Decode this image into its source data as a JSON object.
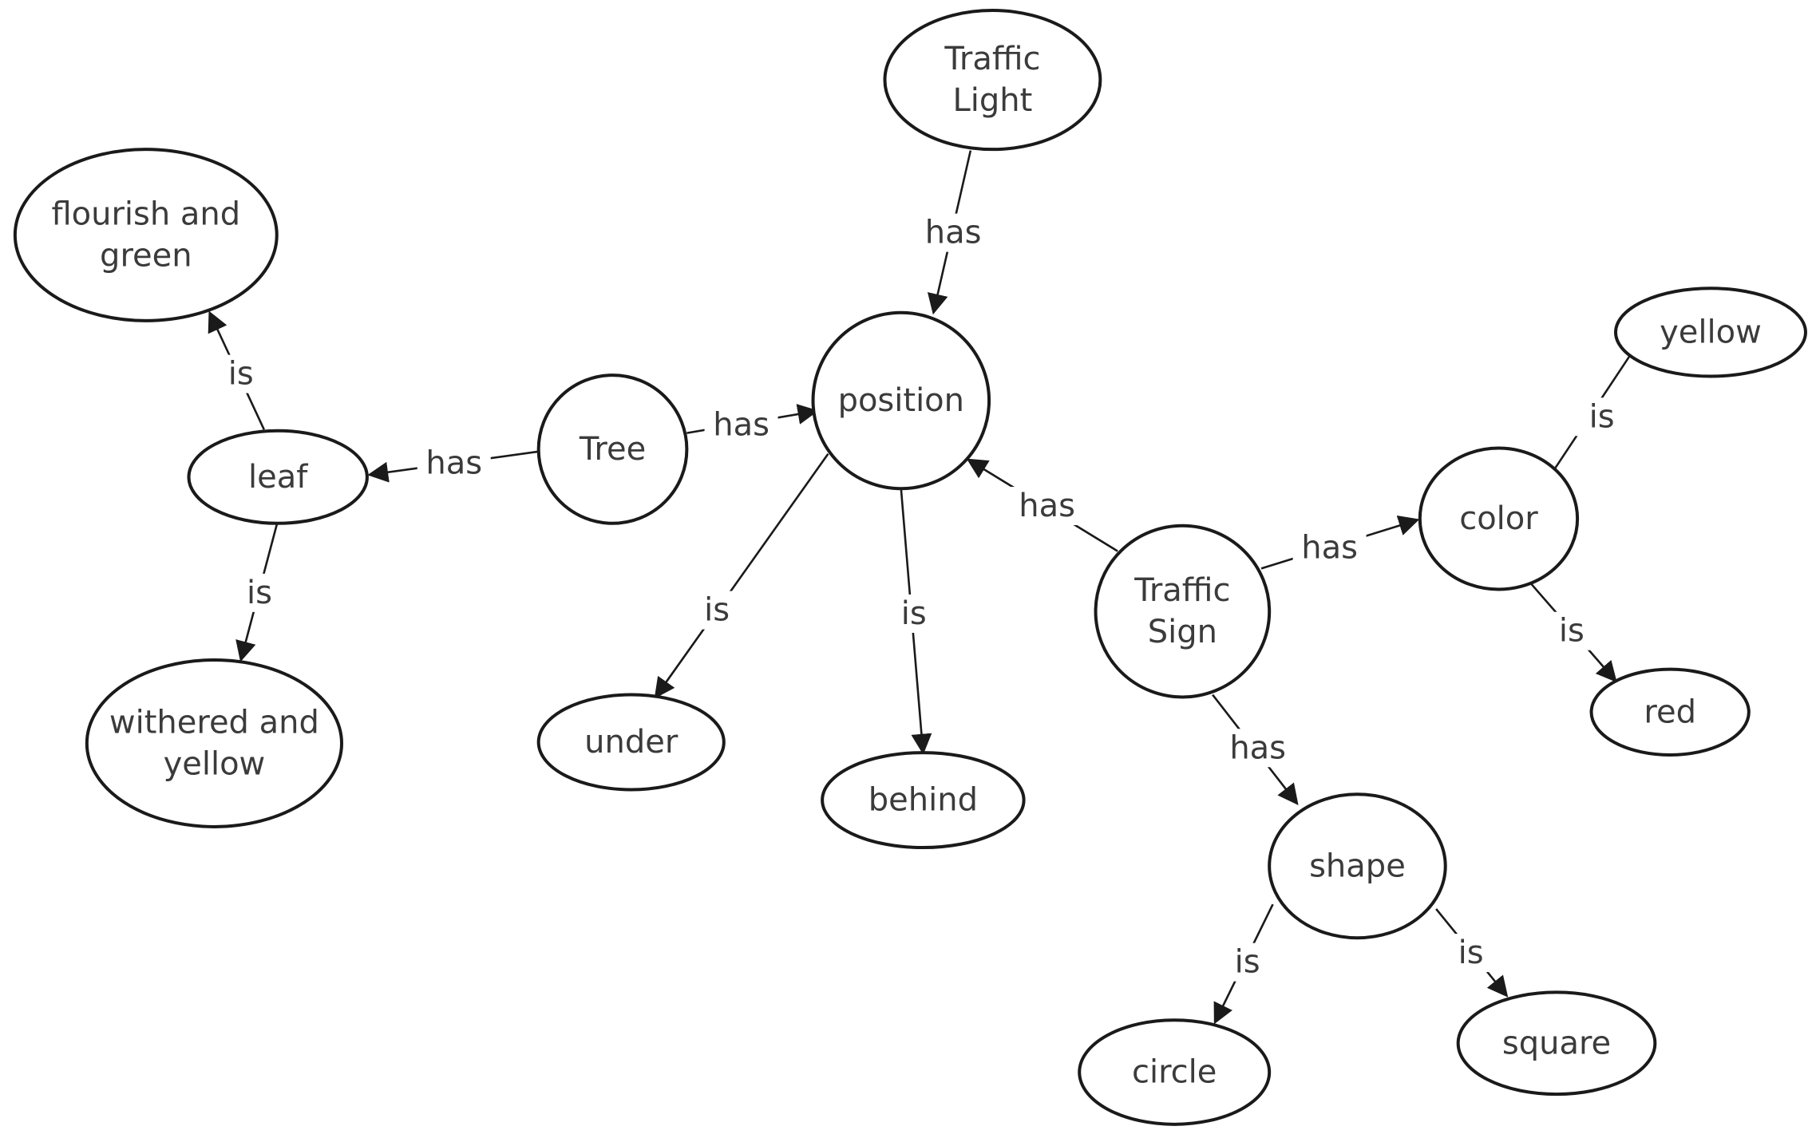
{
  "diagram": {
    "nodes": [
      {
        "id": "traffic-light",
        "lines": [
          "Traffic",
          "Light"
        ]
      },
      {
        "id": "flourish-and-green",
        "lines": [
          "flourish and",
          "green"
        ]
      },
      {
        "id": "position",
        "lines": [
          "position"
        ]
      },
      {
        "id": "yellow",
        "lines": [
          "yellow"
        ]
      },
      {
        "id": "tree",
        "lines": [
          "Tree"
        ]
      },
      {
        "id": "leaf",
        "lines": [
          "leaf"
        ]
      },
      {
        "id": "color",
        "lines": [
          "color"
        ]
      },
      {
        "id": "traffic-sign",
        "lines": [
          "Traffic",
          "Sign"
        ]
      },
      {
        "id": "red",
        "lines": [
          "red"
        ]
      },
      {
        "id": "withered-and-yellow",
        "lines": [
          "withered and",
          "yellow"
        ]
      },
      {
        "id": "under",
        "lines": [
          "under"
        ]
      },
      {
        "id": "behind",
        "lines": [
          "behind"
        ]
      },
      {
        "id": "shape",
        "lines": [
          "shape"
        ]
      },
      {
        "id": "circle",
        "lines": [
          "circle"
        ]
      },
      {
        "id": "square",
        "lines": [
          "square"
        ]
      }
    ],
    "edges": [
      {
        "id": "traffic-light-has-position",
        "from": "traffic-light",
        "to": "position",
        "label": "has"
      },
      {
        "id": "tree-has-position",
        "from": "tree",
        "to": "position",
        "label": "has"
      },
      {
        "id": "tree-has-leaf",
        "from": "tree",
        "to": "leaf",
        "label": "has"
      },
      {
        "id": "leaf-is-flourish",
        "from": "leaf",
        "to": "flourish-and-green",
        "label": "is"
      },
      {
        "id": "leaf-is-withered",
        "from": "leaf",
        "to": "withered-and-yellow",
        "label": "is"
      },
      {
        "id": "position-is-under",
        "from": "position",
        "to": "under",
        "label": "is"
      },
      {
        "id": "position-is-behind",
        "from": "position",
        "to": "behind",
        "label": "is"
      },
      {
        "id": "traffic-sign-has-position",
        "from": "traffic-sign",
        "to": "position",
        "label": "has"
      },
      {
        "id": "traffic-sign-has-color",
        "from": "traffic-sign",
        "to": "color",
        "label": "has"
      },
      {
        "id": "color-is-yellow",
        "from": "color",
        "to": "yellow",
        "label": "is"
      },
      {
        "id": "color-is-red",
        "from": "color",
        "to": "red",
        "label": "is"
      },
      {
        "id": "traffic-sign-has-shape",
        "from": "traffic-sign",
        "to": "shape",
        "label": "has"
      },
      {
        "id": "shape-is-circle",
        "from": "shape",
        "to": "circle",
        "label": "is"
      },
      {
        "id": "shape-is-square",
        "from": "shape",
        "to": "square",
        "label": "is"
      }
    ]
  }
}
